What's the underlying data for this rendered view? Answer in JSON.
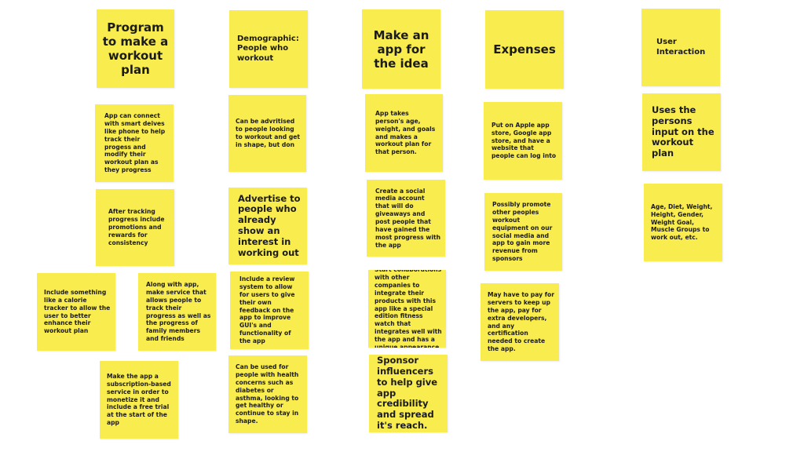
{
  "board": {
    "col1": {
      "header": "Program to make a workout plan",
      "n1": "App can connect with smart deives like phone to help track their progess and modify their workout plan as they progress",
      "n2": "After tracking progress include promotions and rewards for consistency",
      "n3": "Include something like a calorie tracker to allow the user to better enhance their workout plan",
      "n4": "Along with app, make service that allows people to track their progress as well as the progress of family members and friends",
      "n5": "Make the app a subscription-based service in order to monetize it and include a free trial at the start of the app"
    },
    "col2": {
      "header": "Demographic: People who workout",
      "n1": "Can be advritised to people looking to workout and get in shape, but don",
      "n2": "Advertise to people who already show an interest in working out",
      "n3": "Include a review system to allow for users to give their own feedback on the app to improve GUI's and functionality of the app",
      "n4": "Can be used for people with health concerns such as diabetes or asthma, looking to get healthy or continue to stay in shape."
    },
    "col3": {
      "header": "Make an app for the idea",
      "n1": "App takes person's age, weight, and goals and makes a workout plan for that person.",
      "n2": "Create a social media account that will do giveaways and post people that have gained the most progress with the app",
      "n3": "Start collaborations with other companies to integrate their products with this app like a special edition fitness watch that integrates well with the app and has a unique appearance.",
      "n4": "Sponsor influencers to help give app credibility and spread it's reach."
    },
    "col4": {
      "header": "Expenses",
      "n1": "Put on Apple app store, Google app store, and have a website that people can log into",
      "n2": "Possibly promote other peoples workout equipment on our social media and app to gain more revenue from sponsors",
      "n3": "May have to pay for servers to keep up the app, pay for extra developers, and any certification needed to create the app."
    },
    "col5": {
      "header": "User Interaction",
      "n1": "Uses the persons input on the workout plan",
      "n2": "Age, Diet, Weight, Height, Gender, Weight Goal, Muscle Groups to work out, etc."
    }
  },
  "colors": {
    "note": "#f9ec4e",
    "text": "#1b1b1b",
    "background": "#ffffff"
  }
}
